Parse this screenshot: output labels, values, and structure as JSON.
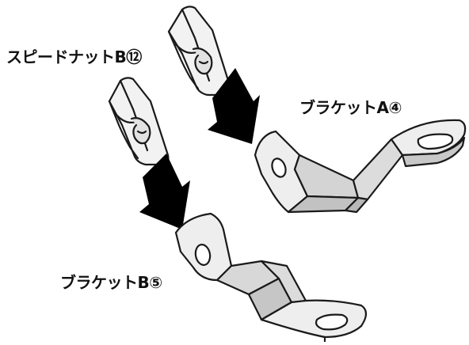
{
  "labels": {
    "speed_nut": "スピードナットB⑫",
    "bracket_a": "ブラケットA④",
    "bracket_b": "ブラケットB⑤"
  },
  "colors": {
    "stroke": "#1a1a1a",
    "arrow": "#000000",
    "bracket_light": "#eeeeee",
    "bracket_mid": "#d4d4d4",
    "bracket_dark": "#b8b8b8",
    "clip_fill": "#f2f2f2"
  },
  "icons": [
    "speed-nut-clip",
    "down-arrow",
    "bracket-a-part",
    "bracket-b-part"
  ]
}
